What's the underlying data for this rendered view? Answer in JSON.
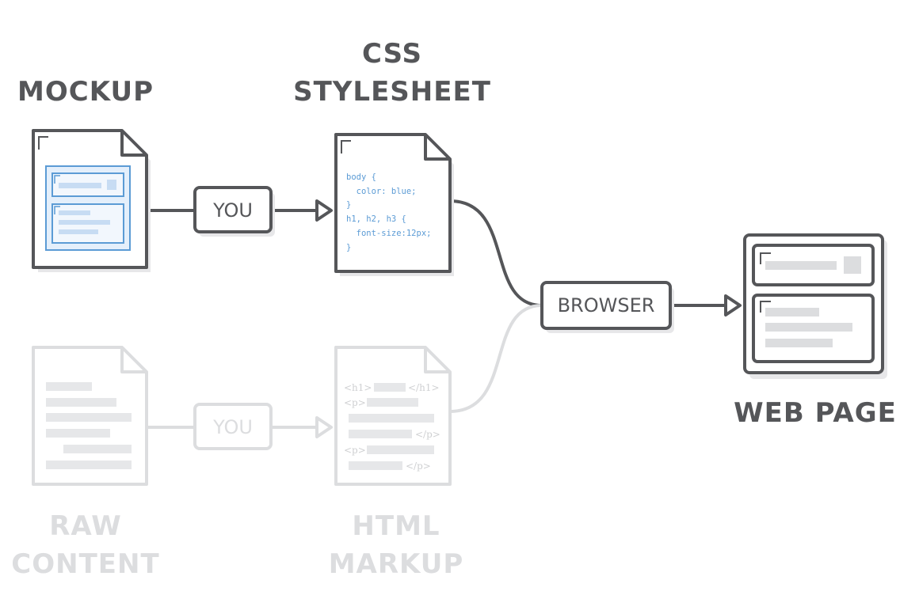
{
  "colors": {
    "dark": "#555659",
    "light": "#dcdddf",
    "blue": "#5b9bd5",
    "blue_fill": "#e4effb",
    "shadow": "#e7e7e9"
  },
  "labels": {
    "mockup": "MOCKUP",
    "css_line1": "CSS",
    "css_line2": "STYLESHEET",
    "raw_line1": "RAW",
    "raw_line2": "CONTENT",
    "html_line1": "HTML",
    "html_line2": "MARKUP",
    "web_page": "WEB PAGE"
  },
  "pills": {
    "you_top": "YOU",
    "you_bottom": "YOU",
    "browser": "BROWSER"
  },
  "css_code": [
    "body {",
    "  color: blue;",
    "}",
    "h1, h2, h3 {",
    "  font-size:12px;",
    "}"
  ],
  "html_tags": {
    "h1_open": "<h1>",
    "h1_close": "</h1>",
    "p1_open": "<p>",
    "p1_close": "</p>",
    "p2_open": "<p>",
    "p2_close": "</p>"
  }
}
